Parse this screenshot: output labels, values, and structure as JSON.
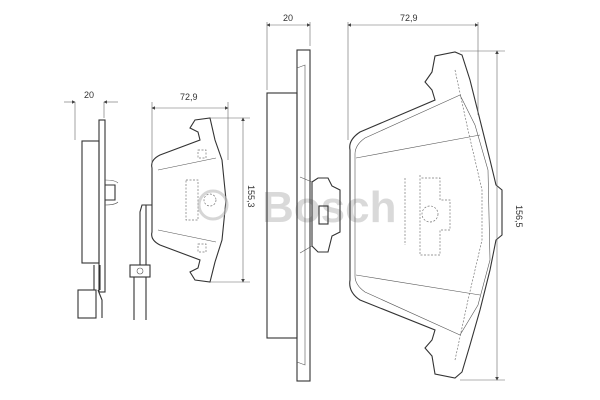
{
  "watermark": "Bosch",
  "small_pad": {
    "thickness": "20",
    "width": "72,9",
    "height": "155,3"
  },
  "large_pad": {
    "thickness": "20",
    "width": "72,9",
    "height": "156,5"
  },
  "colors": {
    "line": "#333333",
    "watermark": "#bbbbbb"
  }
}
